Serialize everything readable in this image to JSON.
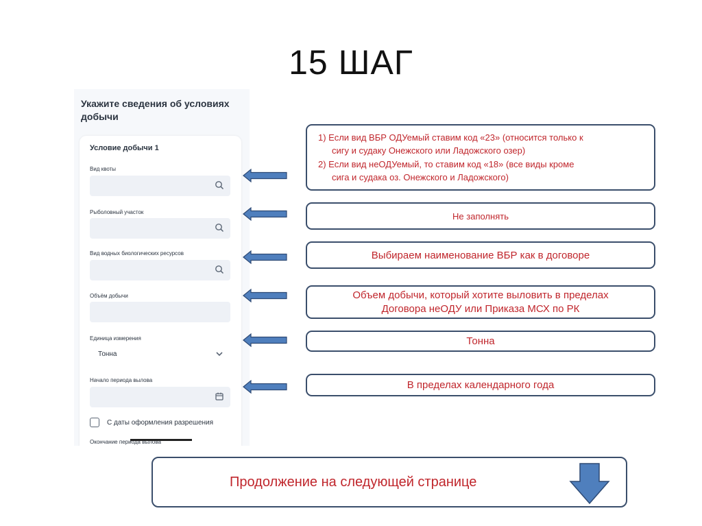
{
  "title": "15 ШАГ",
  "form": {
    "heading": "Укажите сведения об условиях добычи",
    "card_title": "Условие добычи 1",
    "fields": [
      {
        "label": "Вид квоты",
        "value": "",
        "icon": "search-icon"
      },
      {
        "label": "Рыболовный участок",
        "value": "",
        "icon": "search-icon"
      },
      {
        "label": "Вид водных биологических ресурсов",
        "value": "",
        "icon": "search-icon"
      },
      {
        "label": "Объём добычи",
        "value": "",
        "icon": ""
      },
      {
        "label": "Единица измерения",
        "value": "Тонна",
        "icon": "chevron-down-icon"
      },
      {
        "label": "Начало периода вылова",
        "value": "",
        "icon": "calendar-icon"
      }
    ],
    "checkbox_label": "С даты оформления разрешения",
    "next_label": "Окончание периода вылова"
  },
  "callouts": {
    "box1": {
      "line1": "1) Если вид ВБР ОДУемый ставим код  «23» (относится только к",
      "line2": "сигу и судаку Онежского или Ладожского озер)",
      "line3": "2) Если вид неОДУемый, то ставим код «18» (все виды кроме",
      "line4": "сига и судака оз. Онежского и Ладожского)"
    },
    "box2": "Не заполнять",
    "box3": "Выбираем наименование ВБР как в договоре",
    "box4": {
      "line1": "Объем добычи, который хотите выловить в пределах",
      "line2": "Договора неОДУ или Приказа МСХ по РК"
    },
    "box5": "Тонна",
    "box6": "В пределах календарного года"
  },
  "bottom_note": "Продолжение на следующей странице",
  "colors": {
    "arrow_fill": "#4f7fbd",
    "arrow_stroke": "#2e4a75",
    "callout_text": "#c0262c",
    "callout_border": "#3a4e6b"
  }
}
